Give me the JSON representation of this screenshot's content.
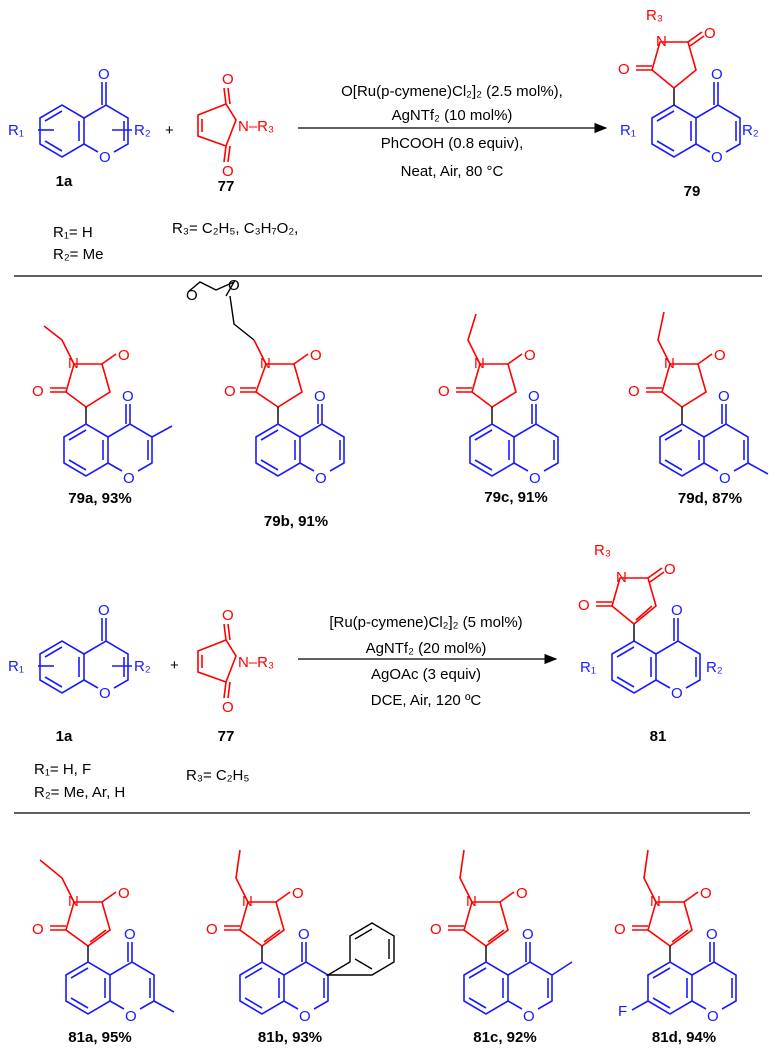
{
  "reaction1": {
    "reactant_a_label": "1a",
    "reactant_b_label": "77",
    "product_label": "79",
    "plus": "+",
    "conditions": [
      "O[Ru(p-cymene)Cl₂]₂ (2.5 mol%),",
      "AgNTf₂ (10 mol%)",
      "PhCOOH (0.8 equiv),",
      "Neat, Air, 80 °C"
    ],
    "r1_def": "R₁= H",
    "r2_def": "R₂= Me",
    "r3_def": "R₃= C₂H₅, C₃H₇O₂,"
  },
  "products1": [
    {
      "label": "79a, 93%"
    },
    {
      "label": "79b, 91%"
    },
    {
      "label": "79c, 91%"
    },
    {
      "label": "79d, 87%"
    }
  ],
  "reaction2": {
    "reactant_a_label": "1a",
    "reactant_b_label": "77",
    "product_label": "81",
    "plus": "+",
    "conditions": [
      "[Ru(p-cymene)Cl₂]₂ (5 mol%)",
      "AgNTf₂ (20 mol%)",
      "AgOAc (3 equiv)",
      "DCE, Air, 120 ºC"
    ],
    "r1_def": "R₁= H, F",
    "r2_def": "R₂= Me, Ar, H",
    "r3_def": "R₃= C₂H₅"
  },
  "products2": [
    {
      "label": "81a, 95%"
    },
    {
      "label": "81b, 93%"
    },
    {
      "label": "81c, 92%"
    },
    {
      "label": "81d, 94%"
    }
  ],
  "atoms": {
    "O": "O",
    "N": "N",
    "F": "F",
    "R1": "R₁",
    "R2": "R₂",
    "R3": "R₃",
    "NR3": "N–R₃"
  },
  "colors": {
    "chromone": "#1a1aff",
    "maleimide": "#ff0000",
    "text": "#000000"
  }
}
